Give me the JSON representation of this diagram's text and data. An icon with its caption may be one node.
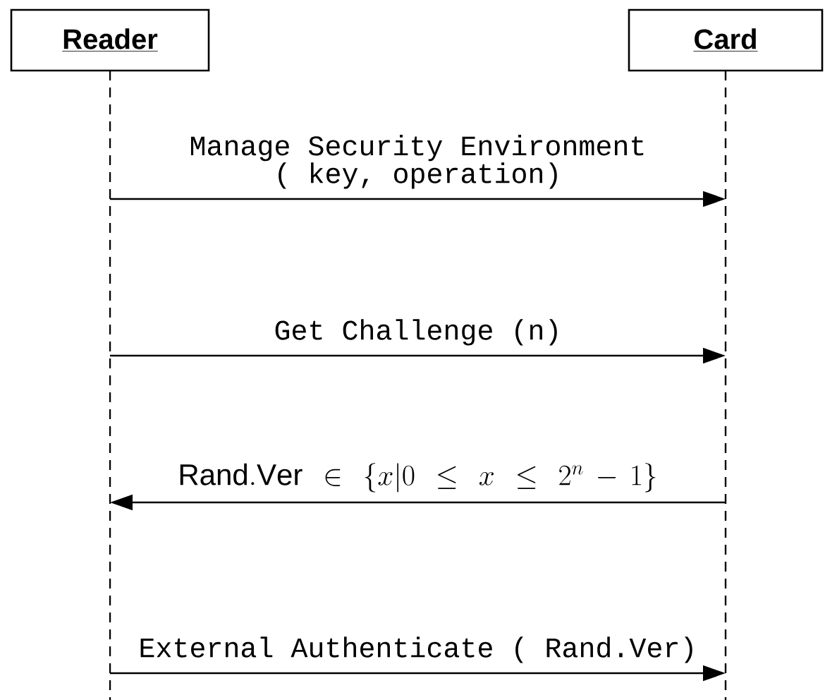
{
  "diagram": {
    "nodes": [
      {
        "text": [
          "Reader"
        ]
      },
      {
        "text": [
          "Card"
        ]
      }
    ],
    "edges": [
      {
        "from": 0,
        "to": 1,
        "arrow": "to",
        "label": "Manage Security Environment ( key, operation)"
      },
      {
        "from": 0,
        "to": 1,
        "arrow": "to",
        "label": "Get Challenge (n)"
      },
      {
        "from": 1,
        "to": 0,
        "arrow": "to",
        "label": "\\mathrm{Rand.Ver} \\in \\{x|0 \\leq x \\leq 2^n-1\\}"
      },
      {
        "from": 0,
        "to": 1,
        "arrow": "to",
        "label": "External Authenticate ( Rand.Ver)"
      }
    ]
  }
}
